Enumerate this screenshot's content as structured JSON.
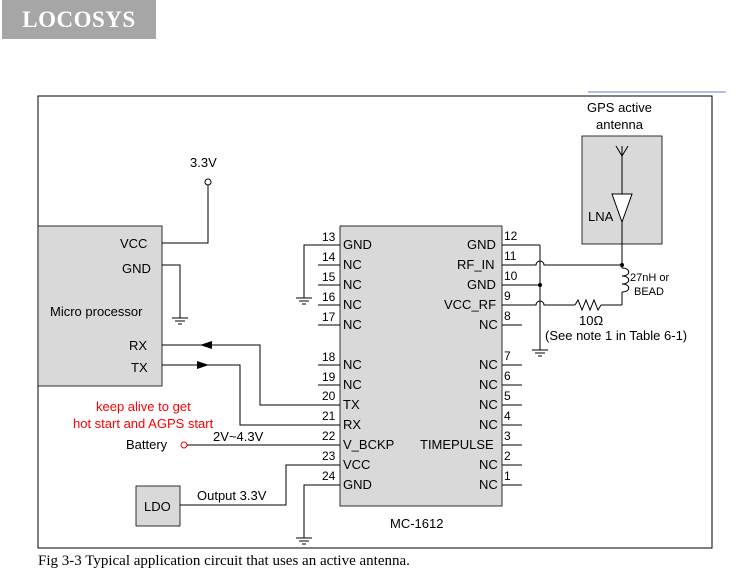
{
  "header": {
    "logo": "LOCOSYS"
  },
  "caption": "Fig 3-3 Typical application circuit that uses an active antenna.",
  "diagram": {
    "supply": "3.3V",
    "processor": {
      "name": "Micro processor",
      "pins": [
        "VCC",
        "GND",
        "RX",
        "TX"
      ]
    },
    "antenna": {
      "title_line1": "GPS active",
      "title_line2": "antenna",
      "lna": "LNA"
    },
    "module": {
      "name": "MC-1612",
      "left_pins": [
        {
          "num": "13",
          "label": "GND"
        },
        {
          "num": "14",
          "label": "NC"
        },
        {
          "num": "15",
          "label": "NC"
        },
        {
          "num": "16",
          "label": "NC"
        },
        {
          "num": "17",
          "label": "NC"
        },
        {
          "num": "18",
          "label": "NC"
        },
        {
          "num": "19",
          "label": "NC"
        },
        {
          "num": "20",
          "label": "TX"
        },
        {
          "num": "21",
          "label": "RX"
        },
        {
          "num": "22",
          "label": "V_BCKP"
        },
        {
          "num": "23",
          "label": "VCC"
        },
        {
          "num": "24",
          "label": "GND"
        }
      ],
      "right_pins": [
        {
          "num": "12",
          "label": "GND"
        },
        {
          "num": "11",
          "label": "RF_IN"
        },
        {
          "num": "10",
          "label": "GND"
        },
        {
          "num": "9",
          "label": "VCC_RF"
        },
        {
          "num": "8",
          "label": "NC"
        },
        {
          "num": "7",
          "label": "NC"
        },
        {
          "num": "6",
          "label": "NC"
        },
        {
          "num": "5",
          "label": "NC"
        },
        {
          "num": "4",
          "label": "NC"
        },
        {
          "num": "3",
          "label": "TIMEPULSE"
        },
        {
          "num": "2",
          "label": "NC"
        },
        {
          "num": "1",
          "label": "NC"
        }
      ]
    },
    "inductor": {
      "line1": "27nH or",
      "line2": "BEAD"
    },
    "resistor": {
      "value": "10Ω",
      "note": "(See note 1 in Table 6-1)"
    },
    "keep_alive": {
      "line1": "keep alive to get",
      "line2": "hot start and AGPS start"
    },
    "battery": {
      "label": "Battery",
      "range": "2V~4.3V"
    },
    "ldo": {
      "label": "LDO",
      "output": "Output 3.3V"
    }
  }
}
